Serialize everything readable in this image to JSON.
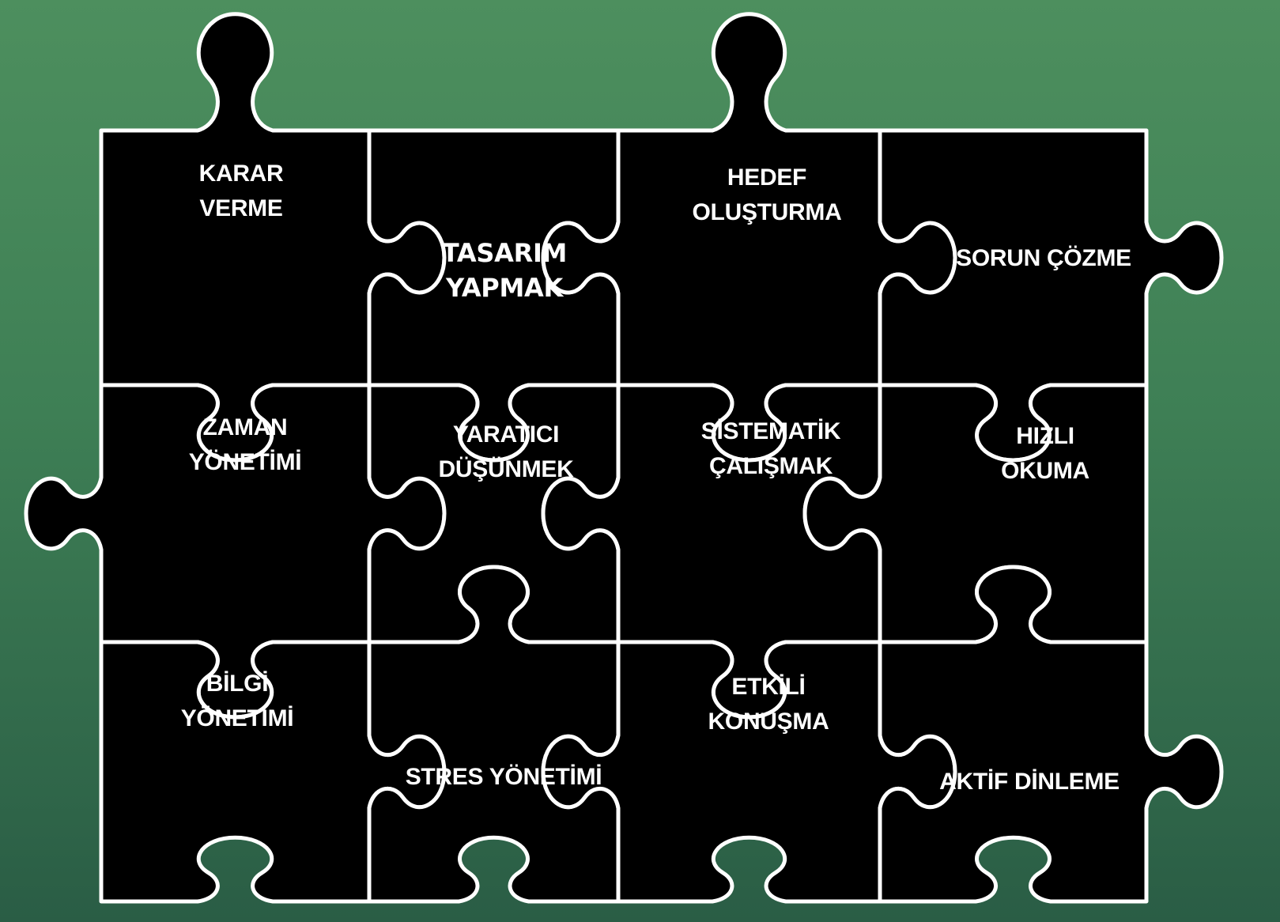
{
  "colors": {
    "background_top": "#4d8f5e",
    "background_bottom": "#2a5d45",
    "piece_fill": "#000000",
    "piece_outline": "#ffffff",
    "label_text": "#ffffff"
  },
  "puzzle": {
    "rows": 3,
    "cols": 4,
    "pieces": [
      {
        "label": "KARAR\nVERME"
      },
      {
        "label": "TASARIM\nYAPMAK"
      },
      {
        "label": "HEDEF\nOLUŞTURMA"
      },
      {
        "label": "SORUN ÇÖZME"
      },
      {
        "label": "ZAMAN\nYÖNETİMİ"
      },
      {
        "label": "YARATICI\nDÜŞÜNMEK"
      },
      {
        "label": "SİSTEMATİK\nÇALIŞMAK"
      },
      {
        "label": "HIZLI\nOKUMA"
      },
      {
        "label": "BİLGİ\nYÖNETİMİ"
      },
      {
        "label": "STRES YÖNETİMİ"
      },
      {
        "label": "ETKİLİ\nKONUŞMA"
      },
      {
        "label": "AKTİF DİNLEME"
      }
    ]
  }
}
